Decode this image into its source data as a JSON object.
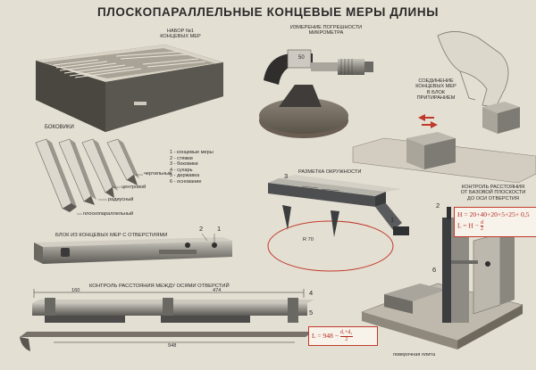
{
  "title": "ПЛОСКОПАРАЛЛЕЛЬНЫЕ КОНЦЕВЫЕ МЕРЫ ДЛИНЫ",
  "labels": {
    "set": [
      "НАБОР №1",
      "КОНЦЕВЫХ МЕР"
    ],
    "micrometer": [
      "ИЗМЕРЕНИЕ ПОГРЕШНОСТИ",
      "МИКРОМЕТРА"
    ],
    "wringing": [
      "СОЕДИНЕНИЕ",
      "КОНЦЕВЫХ МЕР",
      "В БЛОК",
      "ПРИТИРАНИЕМ"
    ],
    "sides": "БОКОВИКИ",
    "legend": [
      "1 - концевые меры",
      "2 - стяжки",
      "3 - боковики",
      "4 - сухарь",
      "5 - державка",
      "6 - основание"
    ],
    "tip_types": [
      "чертильный",
      "центровой",
      "радиусный",
      "плоскопараллельный"
    ],
    "circle": "РАЗМЕТКА ОКРУЖНОСТИ",
    "hole_control": [
      "КОНТРОЛЬ РАССТОЯНИЯ",
      "ОТ БАЗОВОЙ ПЛОСКОСТИ",
      "ДО ОСИ ОТВЕРСТИЯ"
    ],
    "block_holes": "БЛОК ИЗ КОНЦЕВЫХ МЕР С ОТВЕРСТИЯМИ",
    "axes_control": "КОНТРОЛЬ РАССТОЯНИЯ МЕЖДУ ОСЯМИ ОТВЕРСТИЙ",
    "surface_plate": "поверочная плита"
  },
  "formulas": {
    "hole_line1": "H = 20+40+20+5+25+ 0,5",
    "hole_line2a": "L = H −",
    "hole_line2_num": "d",
    "hole_line2_den": "2",
    "axes_prefix": "L = 948 −",
    "axes_num": "d₁+d₂",
    "axes_den": "2"
  },
  "dims": {
    "d70": "R 70",
    "d948": "948",
    "d160": "160",
    "d474": "474"
  },
  "callouts": {
    "n1": "1",
    "n2": "2",
    "n3": "3",
    "n4": "4",
    "n5": "5",
    "n6": "6",
    "block50": "50"
  },
  "colors": {
    "ink": "#2b2a2a",
    "paper": "#e4dfd3",
    "accent": "#c0392b",
    "metal_light": "#b9b6ad",
    "metal_dark": "#4a4b4d"
  }
}
